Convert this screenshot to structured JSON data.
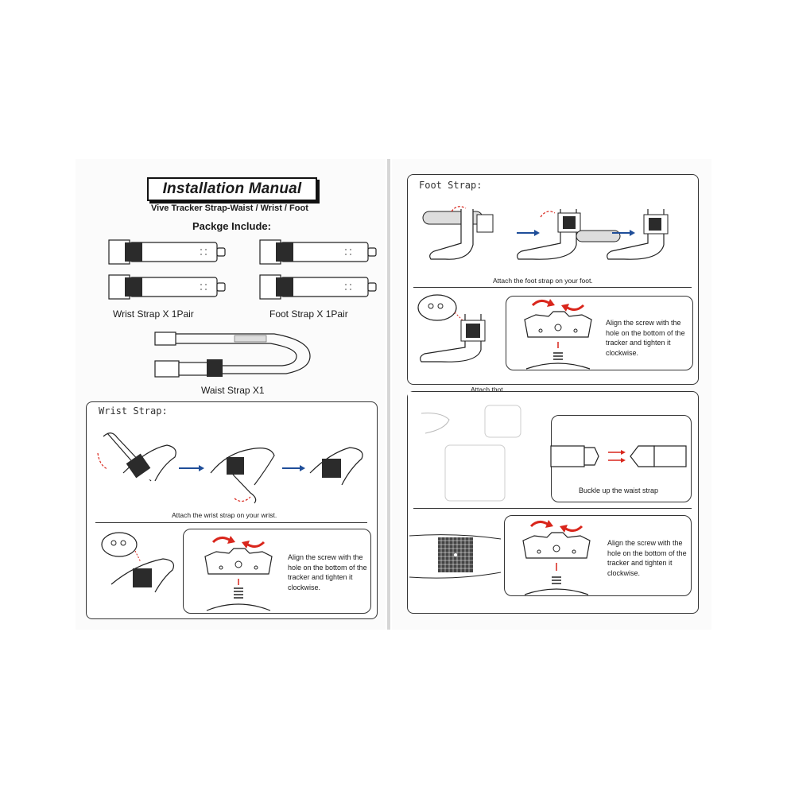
{
  "left": {
    "title": "Installation Manual",
    "subtitle": "Vive Tracker Strap-Waist / Wrist / Foot",
    "package_heading": "Packge  Include:",
    "wrist_label": "Wrist Strap X 1Pair",
    "foot_label": "Foot Strap X 1Pair",
    "waist_label": "Waist Strap X1",
    "wrist_panel": {
      "title": "Wrist Strap:",
      "caption": "Attach the wrist strap on your wrist.",
      "note": "Align the screw with the hole on the bottom of the tracker and tighten it clockwise."
    }
  },
  "right": {
    "foot_panel": {
      "title": "Foot Strap:",
      "caption": "Attach the foot strap on your foot.",
      "note": "Align the screw with the hole on the bottom of the tracker and tighten it clockwise."
    },
    "attach_label": "Attach thot.",
    "waist_panel": {
      "buckle_caption": "Buckle up the waist strap",
      "note": "Align the screw with the hole on the bottom of the tracker and tighten it clockwise."
    }
  },
  "colors": {
    "arrow_blue": "#1f4e99",
    "arrow_red": "#d9261c",
    "line": "#222222"
  }
}
